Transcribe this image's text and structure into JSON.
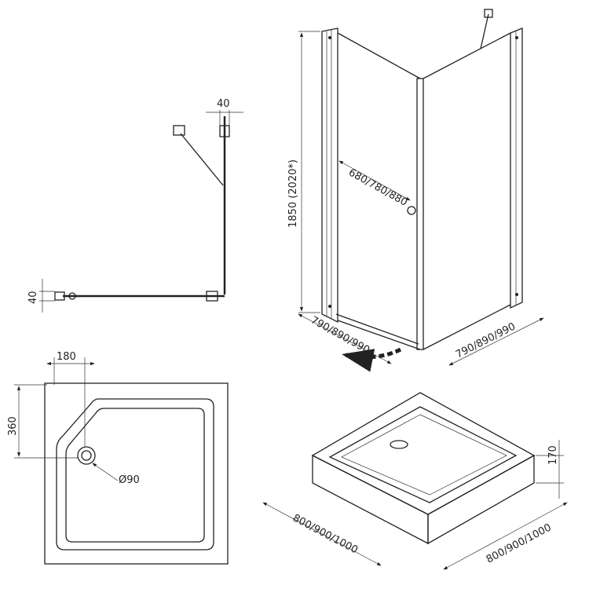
{
  "plan_view": {
    "dim_top": "40",
    "dim_left": "40"
  },
  "enclosure": {
    "height_dim": "1850 (2020*)",
    "door_width_dim": "680/780/880",
    "left_width_dim": "790/890/990",
    "right_width_dim": "790/890/990"
  },
  "tray_top": {
    "dim_width": "180",
    "dim_height": "360",
    "drain_dim": "Ø90"
  },
  "tray_iso": {
    "height_dim": "170",
    "left_width_dim": "800/900/1000",
    "right_width_dim": "800/900/1000"
  }
}
